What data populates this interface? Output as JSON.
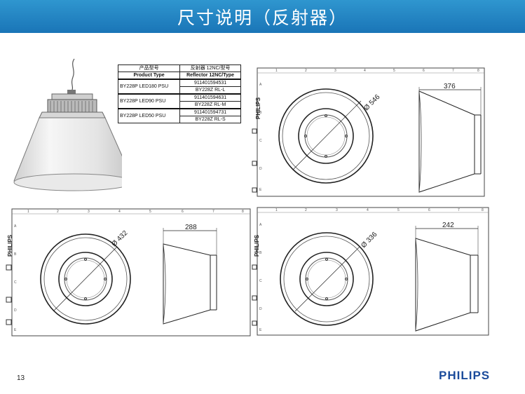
{
  "header": {
    "title": "尺寸说明（反射器）"
  },
  "table": {
    "headers": [
      {
        "cn": "产品型号",
        "en": "Product Type"
      },
      {
        "cn": "反射器 12NC/型号",
        "en": "Reflector 12NC/Type"
      }
    ],
    "rows": [
      {
        "product": "BY228P LED180 PSU",
        "nc": "911401594531",
        "type": "BY228Z RL-L"
      },
      {
        "product": "BY228P LED90 PSU",
        "nc": "911401594631",
        "type": "BY228Z RL-M"
      },
      {
        "product": "BY228P LED50 PSU",
        "nc": "911401594731",
        "type": "BY228Z RL-S"
      }
    ]
  },
  "drawings": [
    {
      "diameter_label": "Ø 546",
      "height_label": "376"
    },
    {
      "diameter_label": "Ø 432",
      "height_label": "288"
    },
    {
      "diameter_label": "Ø 336",
      "height_label": "242"
    }
  ],
  "frame": {
    "brand": "PHILIPS",
    "ruler_top": [
      "1",
      "2",
      "3",
      "4",
      "5",
      "6",
      "7",
      "8"
    ],
    "ruler_side": [
      "A",
      "B",
      "C",
      "D",
      "E"
    ]
  },
  "footer": {
    "page": "13",
    "logo": "PHILIPS"
  },
  "colors": {
    "header": "#1f7fc1",
    "logo": "#1b4b9b"
  }
}
